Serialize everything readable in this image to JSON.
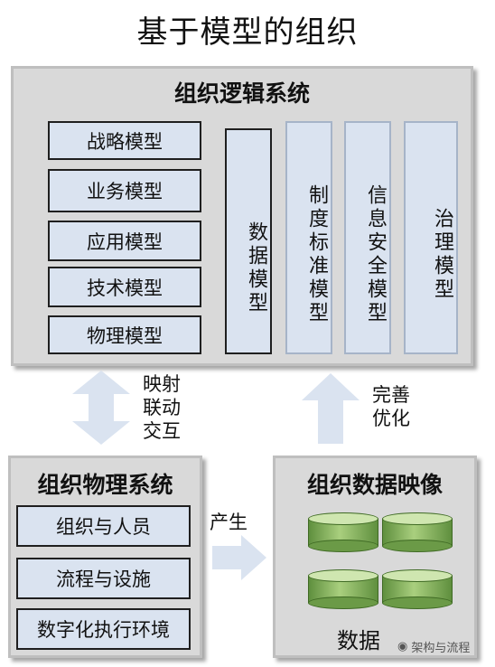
{
  "title": "基于模型的组织",
  "logic_system": {
    "title": "组织逻辑系统",
    "models": [
      "战略模型",
      "业务模型",
      "应用模型",
      "技术模型",
      "物理模型"
    ],
    "vertical_models": [
      "数据模型",
      "制度标准模型",
      "信息安全模型",
      "治理模型"
    ]
  },
  "arrow_labels": {
    "mapping": [
      "映射",
      "联动",
      "交互"
    ],
    "optimize": [
      "完善",
      "优化"
    ],
    "produce": "产生"
  },
  "physical_system": {
    "title": "组织物理系统",
    "items": [
      "组织与人员",
      "流程与设施",
      "数字化执行环境"
    ]
  },
  "data_image": {
    "title": "组织数据映像",
    "label": "数据"
  },
  "watermark": "架构与流程",
  "colors": {
    "panel": "#d9d9d9",
    "box": "#dae3f0",
    "arrow": "#dae3f0",
    "cylinder": "#8fbf5e"
  }
}
